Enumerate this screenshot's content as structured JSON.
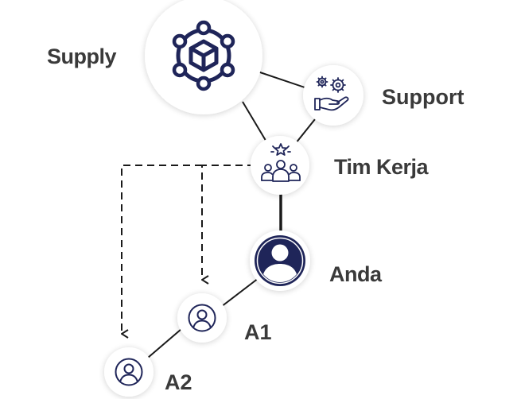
{
  "nodes": {
    "supply": {
      "label": "Supply",
      "icon": "network-cube-icon"
    },
    "support": {
      "label": "Support",
      "icon": "gears-hand-icon"
    },
    "tim_kerja": {
      "label": "Tim Kerja",
      "icon": "team-star-icon"
    },
    "anda": {
      "label": "Anda",
      "icon": "user-filled-icon"
    },
    "a1": {
      "label": "A1",
      "icon": "user-outline-icon"
    },
    "a2": {
      "label": "A2",
      "icon": "user-outline-icon"
    }
  },
  "edges": [
    {
      "from": "supply",
      "to": "support",
      "style": "solid"
    },
    {
      "from": "supply",
      "to": "tim_kerja",
      "style": "solid"
    },
    {
      "from": "support",
      "to": "tim_kerja",
      "style": "solid"
    },
    {
      "from": "tim_kerja",
      "to": "anda",
      "style": "solid"
    },
    {
      "from": "anda",
      "to": "a1",
      "style": "solid"
    },
    {
      "from": "a1",
      "to": "a2",
      "style": "solid"
    },
    {
      "from": "tim_kerja",
      "to": "a1",
      "style": "dashed-arrow"
    },
    {
      "from": "tim_kerja",
      "to": "a2",
      "style": "dashed-arrow"
    }
  ],
  "colors": {
    "icon_navy": "#1f2559",
    "label_gray": "#3a3a3a",
    "line": "#1a1a1a"
  }
}
